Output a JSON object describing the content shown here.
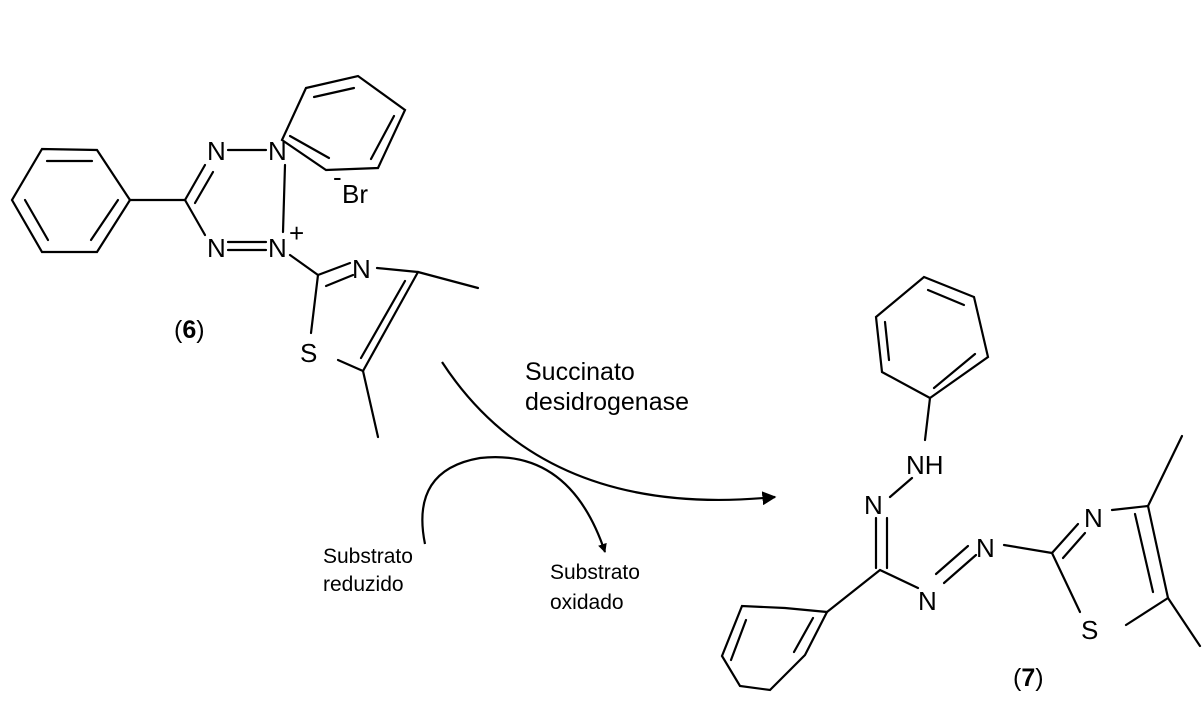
{
  "compound_6": {
    "label_open": "(",
    "label_number": "6",
    "label_close": ")",
    "counter_ion_charge": "-",
    "counter_ion": "Br",
    "ring_charge": "+",
    "atoms": {
      "tetrazole_n1": "N",
      "tetrazole_n2": "N",
      "tetrazole_n3": "N",
      "tetrazole_n4": "N",
      "thiazole_n": "N",
      "thiazole_s": "S"
    }
  },
  "compound_7": {
    "label_open": "(",
    "label_number": "7",
    "label_close": ")",
    "atoms": {
      "nh": "NH",
      "hydrazone_n": "N",
      "azo_n1": "N",
      "azo_n2": "N",
      "thiazole_n": "N",
      "thiazole_s": "S"
    }
  },
  "enzyme": {
    "line1": "Succinato",
    "line2": "desidrogenase"
  },
  "cofactor": {
    "reduced_line1": "Substrato",
    "reduced_line2": "reduzido",
    "oxidized_line1": "Substrato",
    "oxidized_line2": "oxidado"
  }
}
